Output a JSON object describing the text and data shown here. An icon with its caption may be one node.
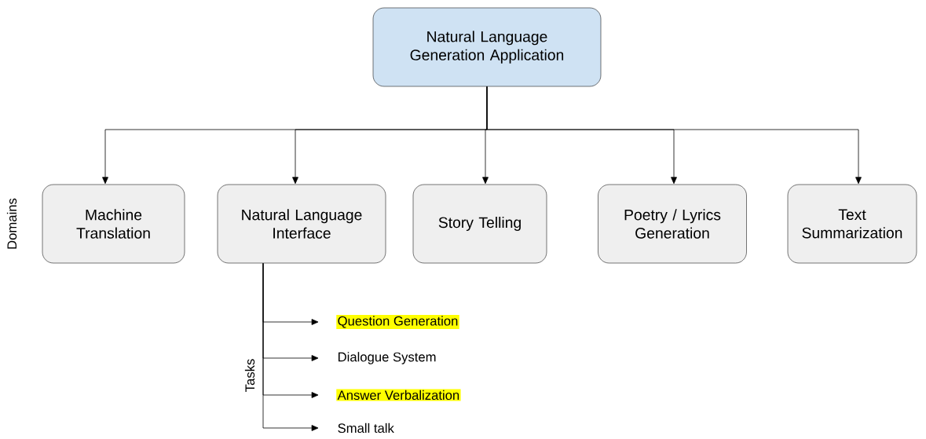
{
  "diagram": {
    "nodes": [
      {
        "text": [
          "Natural Language Generation Application"
        ]
      },
      {
        "text": [
          "Machine Translation"
        ]
      },
      {
        "text": [
          "Natural Language Interface"
        ]
      },
      {
        "text": [
          "Story Telling"
        ]
      },
      {
        "text": [
          "Poetry / Lyrics Generation"
        ]
      },
      {
        "text": [
          "Text Summarization"
        ]
      },
      {
        "text": [
          "Question Generation"
        ]
      },
      {
        "text": [
          "Dialogue System"
        ]
      },
      {
        "text": [
          "Answer Verbalization"
        ]
      },
      {
        "text": [
          "Small talk"
        ]
      }
    ],
    "edges": [
      {
        "from": 0,
        "to": 1,
        "arrow": "to"
      },
      {
        "from": 0,
        "to": 2,
        "arrow": "to"
      },
      {
        "from": 0,
        "to": 3,
        "arrow": "to"
      },
      {
        "from": 0,
        "to": 4,
        "arrow": "to"
      },
      {
        "from": 0,
        "to": 5,
        "arrow": "to"
      },
      {
        "from": 2,
        "to": 6,
        "arrow": "to"
      },
      {
        "from": 2,
        "to": 7,
        "arrow": "to"
      },
      {
        "from": 2,
        "to": 8,
        "arrow": "to"
      },
      {
        "from": 2,
        "to": 9,
        "arrow": "to"
      }
    ],
    "labels": [
      "Domains",
      "Tasks"
    ]
  }
}
